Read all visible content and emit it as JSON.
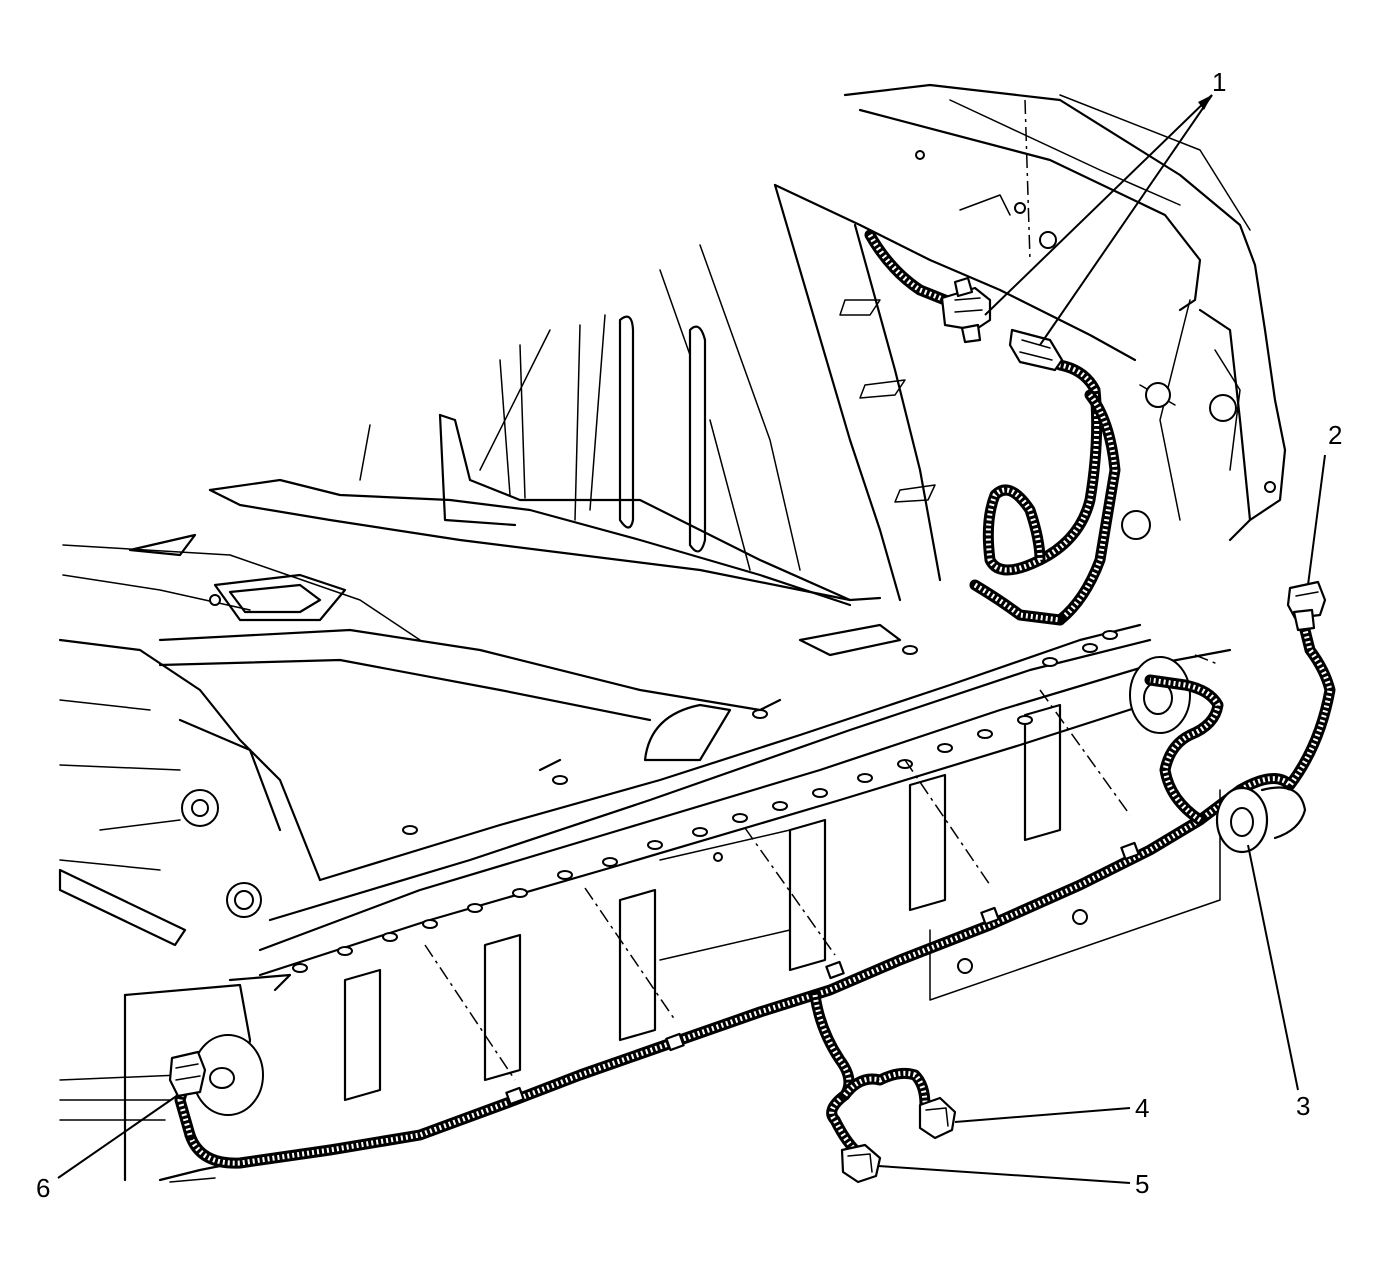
{
  "callouts": [
    {
      "id": "1",
      "label": "1"
    },
    {
      "id": "2",
      "label": "2"
    },
    {
      "id": "3",
      "label": "3"
    },
    {
      "id": "4",
      "label": "4"
    },
    {
      "id": "5",
      "label": "5"
    },
    {
      "id": "6",
      "label": "6"
    }
  ],
  "colors": {
    "line": "#000000",
    "background": "#ffffff"
  },
  "icons": [
    "wiring-harness-icon",
    "electrical-connector-icon",
    "grommet-icon",
    "lamp-socket-icon"
  ]
}
